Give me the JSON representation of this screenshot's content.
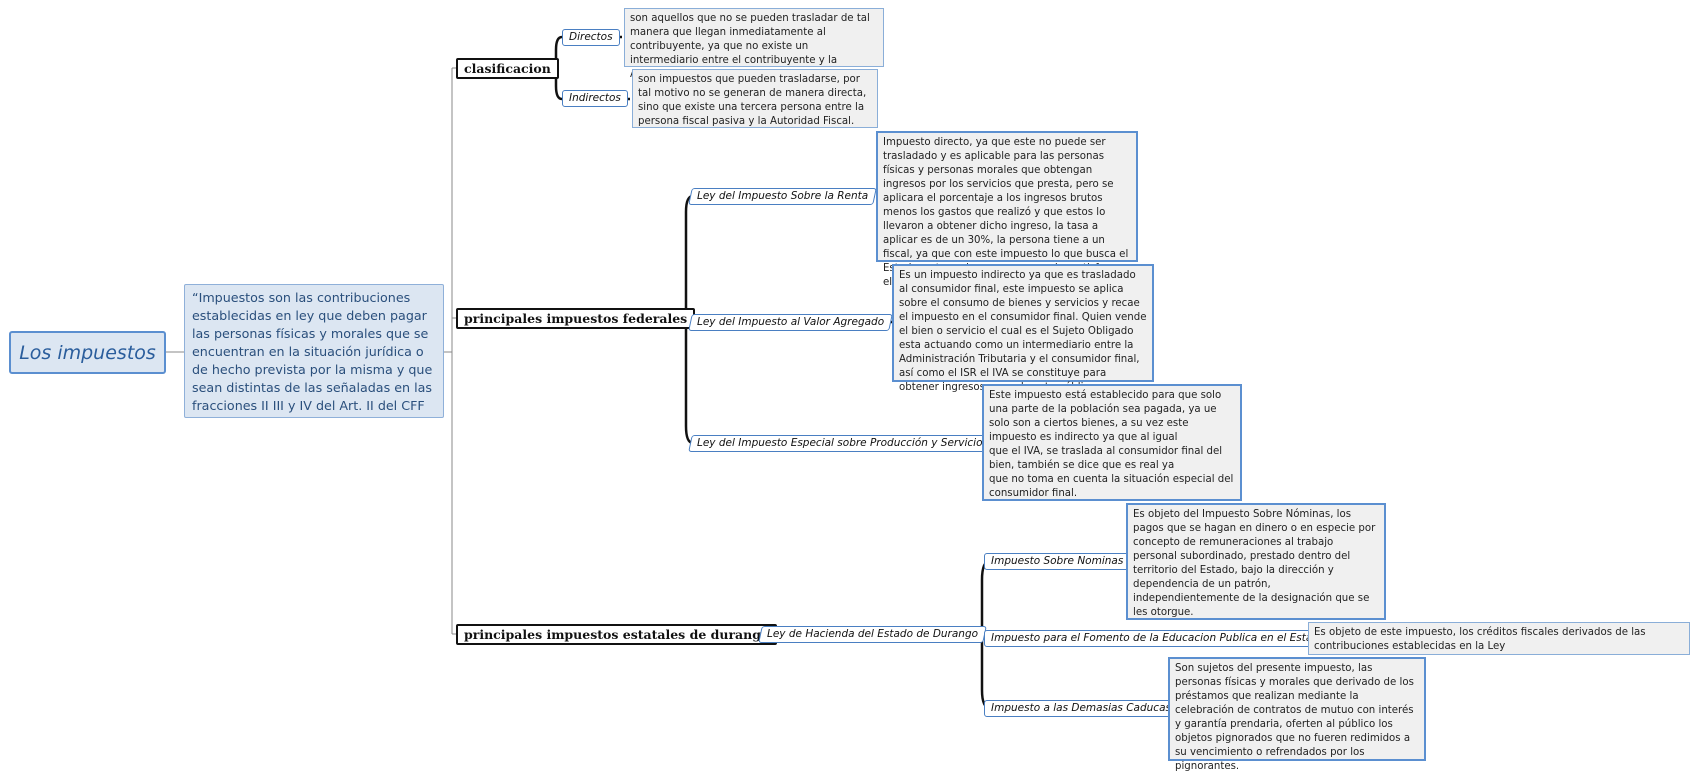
{
  "root": {
    "title": "Los impuestos"
  },
  "definition": "“Impuestos son las contribuciones establecidas en ley que deben pagar las personas físicas y morales que se encuentran en la situación jurídica o de hecho prevista por la misma y que sean distintas de las señaladas en las fracciones II III y IV del Art. II del CFF",
  "clasificacion": {
    "label": "clasificacion",
    "directos": {
      "label": "Directos",
      "note": "son aquellos que no se pueden trasladar de tal manera que llegan inmediatamente al contribuyente, ya que no existe un intermediario entre el contribuyente y la Autoridad Fiscal (SAT)."
    },
    "indirectos": {
      "label": "Indirectos",
      "note": "son impuestos que pueden trasladarse, por tal motivo no se generan de manera directa, sino que existe una tercera persona entre la persona fiscal pasiva y la Autoridad Fiscal."
    }
  },
  "federales": {
    "label": "principales impuestos federales",
    "isr": {
      "label": "Ley del Impuesto Sobre la Renta",
      "note": "Impuesto directo, ya que este no puede ser trasladado y es aplicable para las personas físicas y personas morales que obtengan ingresos por los servicios que presta, pero se aplicara el porcentaje a los ingresos brutos menos los gastos que realizó y que estos lo llevaron a obtener dicho ingreso, la tasa a aplicar es de un 30%, la persona tiene a un fiscal, ya que con este impuesto lo que busca el Estado es tener ingresos para poder satisfaces el gasto público"
    },
    "iva": {
      "label": "Ley del Impuesto al Valor Agregado",
      "note": "Es un impuesto indirecto ya que es trasladado al consumidor final, este impuesto se aplica sobre el consumo de bienes y servicios y recae el impuesto en el consumidor final. Quien vende el bien o servicio el cual es el Sujeto Obligado esta actuando como un intermediario entre la Administración Tributaria y el consumidor final, así como el ISR el IVA se constituye para obtener ingresos para el gasto público."
    },
    "ieps": {
      "label": "Ley del Impuesto Especial sobre Producción y Servicios",
      "note_1": "Este impuesto está establecido para que solo una parte de la población sea pagada, ya ue solo son a ciertos bienes, a su vez este impuesto es indirecto ya que al igual",
      "note_2": "que el IVA, se traslada al consumidor final del bien, también se dice que es real ya",
      "note_3": "que no toma en cuenta la situación especial del consumidor final."
    }
  },
  "estatales": {
    "label": "principales impuestos estatales de durango",
    "ley": {
      "label": "Ley de Hacienda del Estado de Durango"
    },
    "nominas": {
      "label": "Impuesto Sobre Nominas",
      "note": "Es objeto del Impuesto Sobre Nóminas, los pagos que se hagan en dinero o en especie por concepto de remuneraciones al trabajo personal subordinado, prestado dentro del territorio del Estado, bajo la dirección y dependencia de un patrón, independientemente de la designación que se les otorgue."
    },
    "fomento": {
      "label": "Impuesto para el Fomento de la Educacion Publica en el Estado",
      "note": "Es objeto de este impuesto, los créditos fiscales derivados de las contribuciones establecidas en la Ley"
    },
    "demasias": {
      "label": "Impuesto a las Demasias Caducas",
      "note": "Son sujetos del presente impuesto, las personas físicas y morales que derivado de los préstamos que realizan mediante la celebración de contratos de mutuo con interés y garantía prendaria, oferten al público los objetos pignorados que no fueren redimidos a su vencimiento o refrendados por los pignorantes."
    }
  }
}
